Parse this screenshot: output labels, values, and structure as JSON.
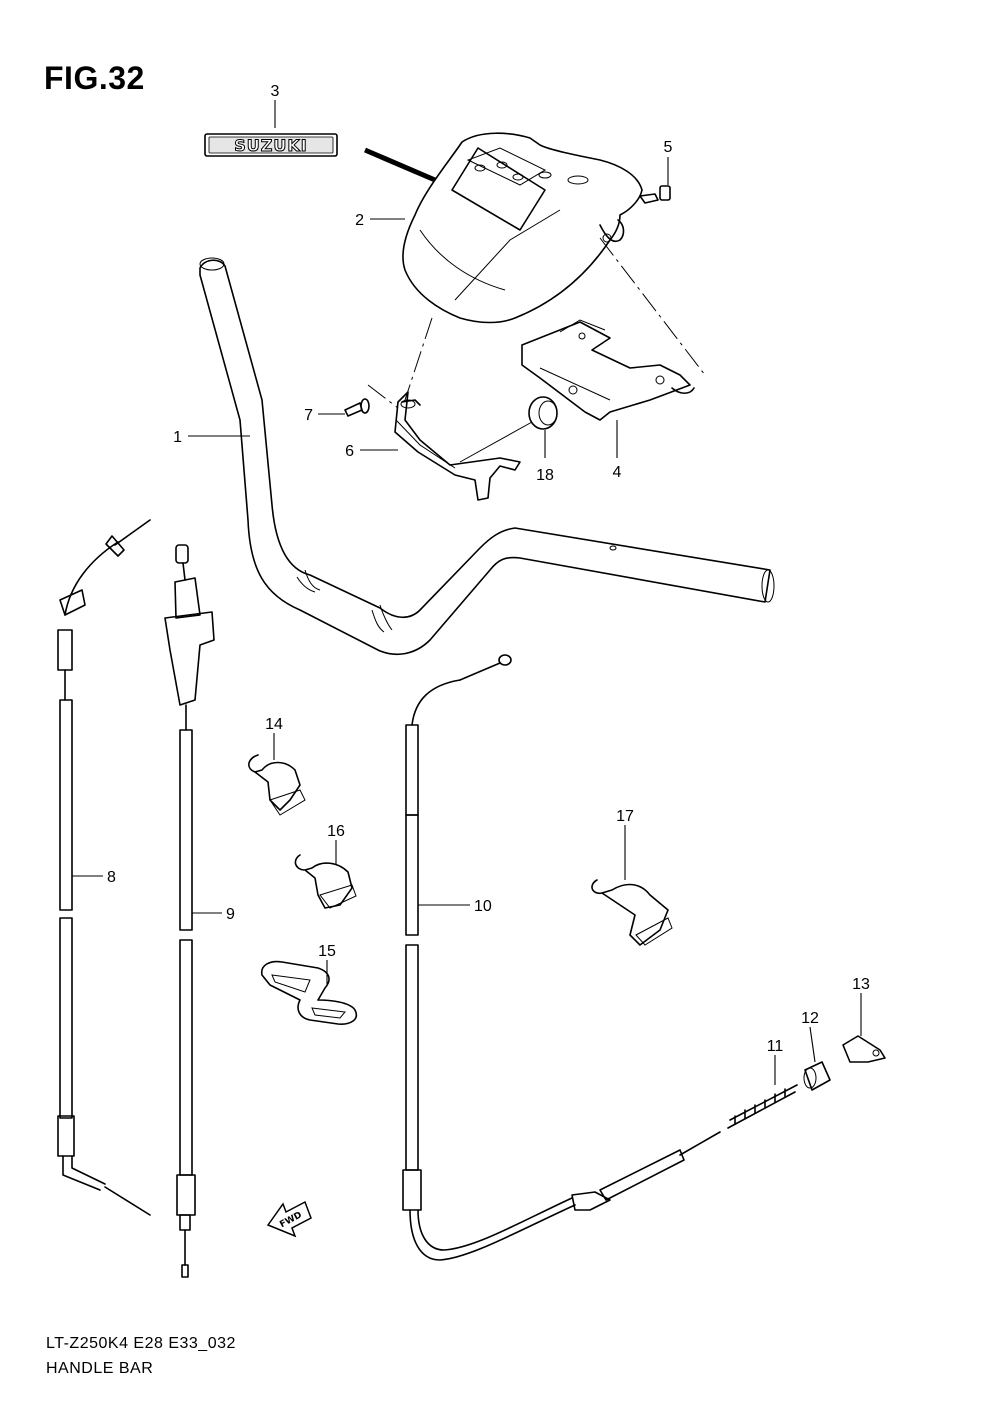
{
  "figure": {
    "title": "FIG.32",
    "model_code": "LT-Z250K4 E28 E33_032",
    "name": "HANDLE BAR"
  },
  "emblem": {
    "text": "SUZUKI"
  },
  "direction_arrow": {
    "text": "FWD"
  },
  "callouts": [
    {
      "id": "c1",
      "number": "1"
    },
    {
      "id": "c2",
      "number": "2"
    },
    {
      "id": "c3",
      "number": "3"
    },
    {
      "id": "c4",
      "number": "4"
    },
    {
      "id": "c5",
      "number": "5"
    },
    {
      "id": "c6",
      "number": "6"
    },
    {
      "id": "c7",
      "number": "7"
    },
    {
      "id": "c8",
      "number": "8"
    },
    {
      "id": "c9",
      "number": "9"
    },
    {
      "id": "c10",
      "number": "10"
    },
    {
      "id": "c11",
      "number": "11"
    },
    {
      "id": "c12",
      "number": "12"
    },
    {
      "id": "c13",
      "number": "13"
    },
    {
      "id": "c14",
      "number": "14"
    },
    {
      "id": "c15",
      "number": "15"
    },
    {
      "id": "c16",
      "number": "16"
    },
    {
      "id": "c17",
      "number": "17"
    },
    {
      "id": "c18",
      "number": "18"
    }
  ]
}
